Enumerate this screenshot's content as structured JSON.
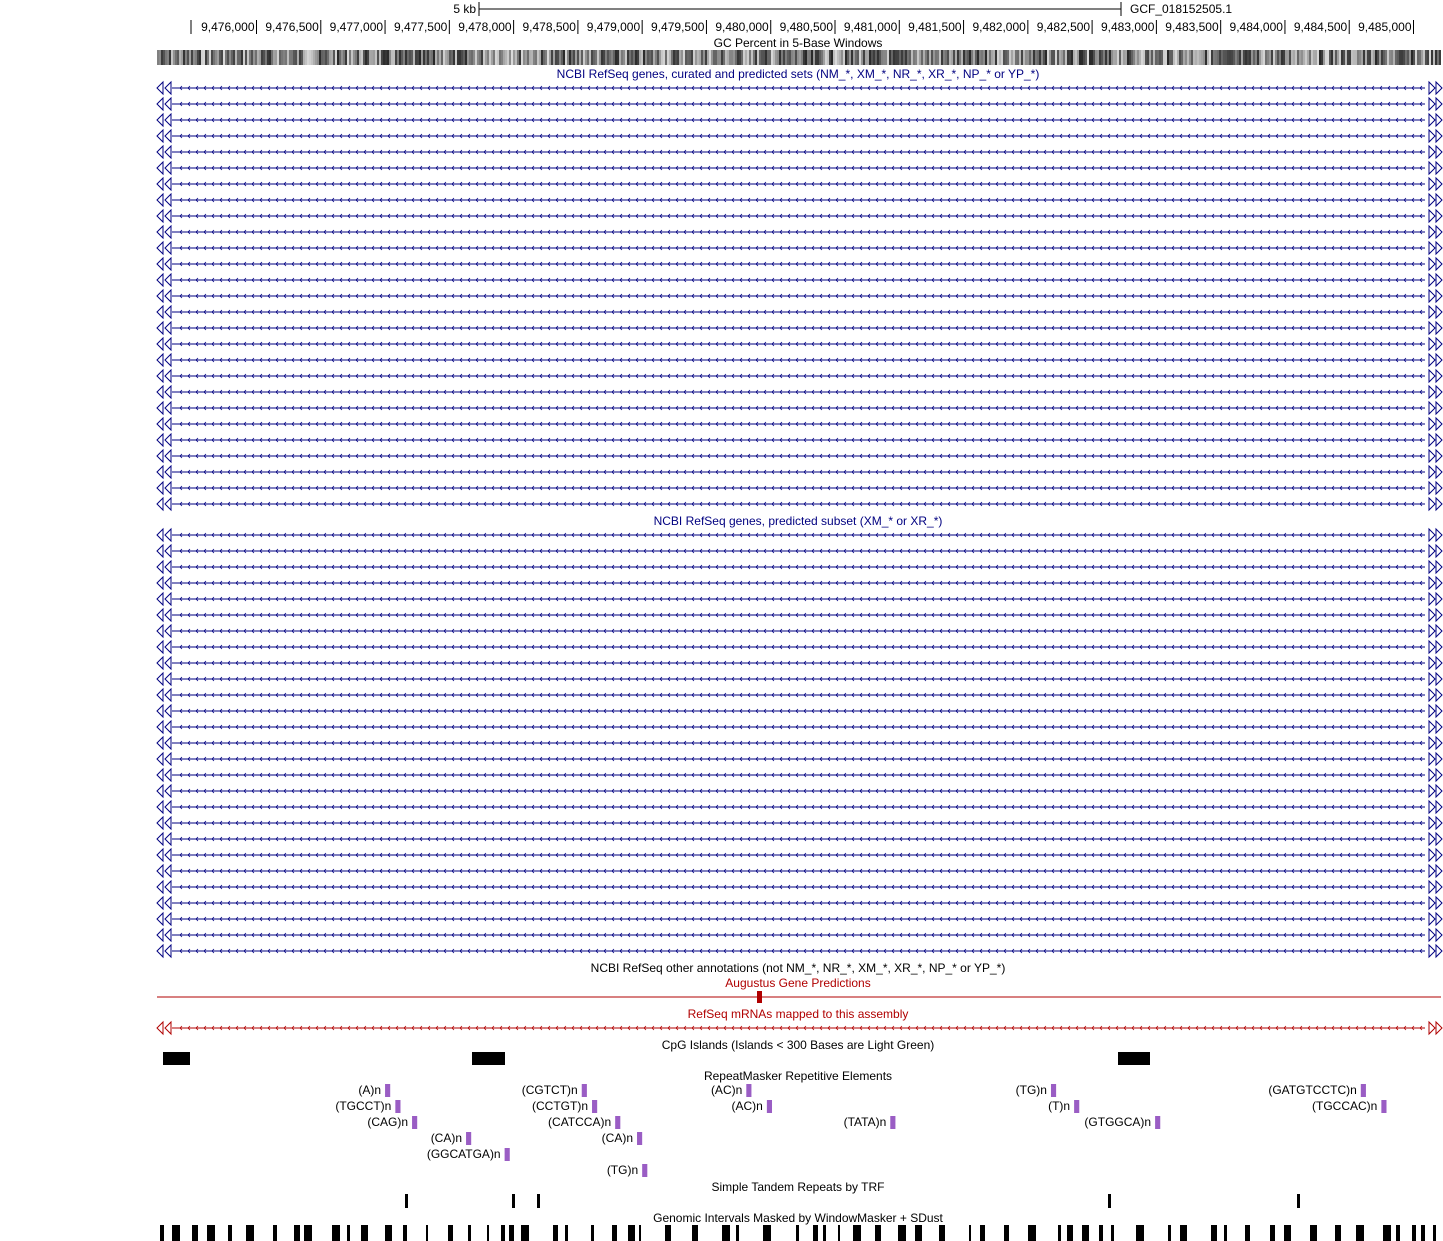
{
  "colors": {
    "refseq": "#000080",
    "augustus": "#b00000",
    "mrna": "#b00000",
    "repeat": "#9a5dc4",
    "text": "#000000"
  },
  "scale": {
    "label": "5 kb",
    "assembly": "GCF_018152505.1"
  },
  "ruler": {
    "ticks": [
      "9,476,000",
      "9,476,500",
      "9,477,000",
      "9,477,500",
      "9,478,000",
      "9,478,500",
      "9,479,000",
      "9,479,500",
      "9,480,000",
      "9,480,500",
      "9,481,000",
      "9,481,500",
      "9,482,000",
      "9,482,500",
      "9,483,000",
      "9,483,500",
      "9,484,000",
      "9,484,500",
      "9,485,000"
    ]
  },
  "tracks": {
    "gc_percent": {
      "title": "GC Percent in 5-Base Windows"
    },
    "refseq_all": {
      "title": "NCBI RefSeq genes, curated and predicted sets (NM_*, XM_*, NR_*, XR_*, NP_* or YP_*)",
      "rows": 27
    },
    "refseq_predicted": {
      "title": "NCBI RefSeq genes, predicted subset (XM_* or XR_*)",
      "rows": 27
    },
    "refseq_other": {
      "title": "NCBI RefSeq other annotations (not NM_*, NR_*, XM_*, XR_*, NP_* or YP_*)"
    },
    "augustus": {
      "title": "Augustus Gene Predictions"
    },
    "refseq_mrna": {
      "title": "RefSeq mRNAs mapped to this assembly"
    },
    "cpg": {
      "title": "CpG Islands (Islands < 300 Bases are Light Green)"
    },
    "repeatmasker": {
      "title": "RepeatMasker Repetitive Elements",
      "items": [
        {
          "label": "(A)n",
          "row": 0,
          "start": 9477000,
          "len": 40
        },
        {
          "label": "(CGTCT)n",
          "row": 0,
          "start": 9478530,
          "len": 40
        },
        {
          "label": "(AC)n",
          "row": 0,
          "start": 9479810,
          "len": 40
        },
        {
          "label": "(TG)n",
          "row": 0,
          "start": 9482180,
          "len": 40
        },
        {
          "label": "(GATGTCCTC)n",
          "row": 0,
          "start": 9484590,
          "len": 40
        },
        {
          "label": "(TGCCT)n",
          "row": 1,
          "start": 9477080,
          "len": 40
        },
        {
          "label": "(CCTGT)n",
          "row": 1,
          "start": 9478610,
          "len": 40
        },
        {
          "label": "(AC)n",
          "row": 1,
          "start": 9479970,
          "len": 40
        },
        {
          "label": "(T)n",
          "row": 1,
          "start": 9482360,
          "len": 40
        },
        {
          "label": "(TGCCAC)n",
          "row": 1,
          "start": 9484750,
          "len": 40
        },
        {
          "label": "(CAG)n",
          "row": 2,
          "start": 9477210,
          "len": 40
        },
        {
          "label": "(CATCCA)n",
          "row": 2,
          "start": 9478790,
          "len": 40
        },
        {
          "label": "(TATA)n",
          "row": 2,
          "start": 9480930,
          "len": 40
        },
        {
          "label": "(GTGGCA)n",
          "row": 2,
          "start": 9482990,
          "len": 40
        },
        {
          "label": "(CA)n",
          "row": 3,
          "start": 9477630,
          "len": 40
        },
        {
          "label": "(CA)n",
          "row": 3,
          "start": 9478960,
          "len": 40
        },
        {
          "label": "(GGCATGA)n",
          "row": 4,
          "start": 9477930,
          "len": 40
        },
        {
          "label": "(TG)n",
          "row": 5,
          "start": 9479000,
          "len": 40
        }
      ]
    },
    "trf": {
      "title": "Simple Tandem Repeats by TRF"
    },
    "windowmasker": {
      "title": "Genomic Intervals Masked by WindowMasker + SDust"
    }
  }
}
